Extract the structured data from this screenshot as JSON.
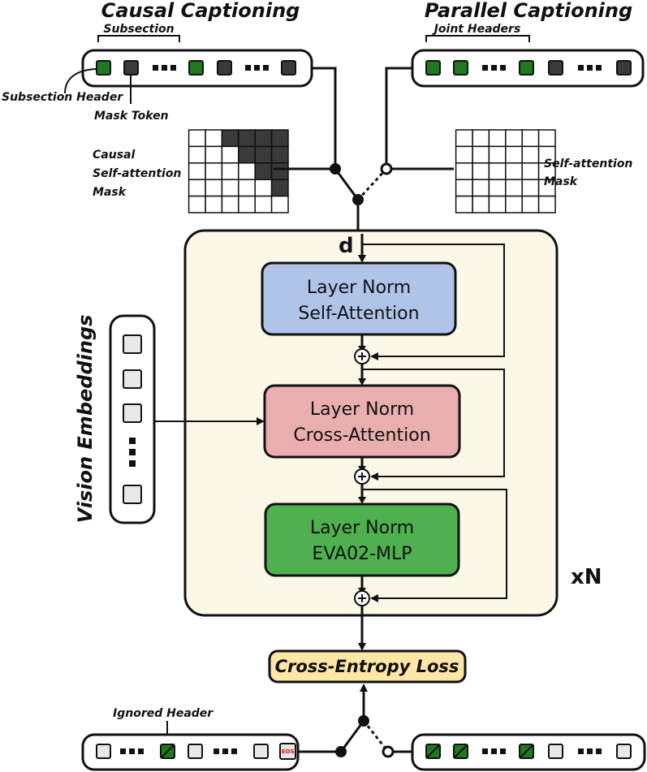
{
  "titles": {
    "causal": "Causal Captioning",
    "parallel": "Parallel Captioning"
  },
  "labels": {
    "subsection": "Subsection",
    "joint_headers": "Joint Headers",
    "subsection_header": "Subsection Header",
    "mask_token": "Mask Token",
    "causal_mask_line1": "Causal",
    "causal_mask_line2": "Self-attention",
    "causal_mask_line3": "Mask",
    "self_mask_line1": "Self-attention",
    "self_mask_line2": "Mask",
    "d": "d",
    "vision_embeddings": "Vision Embeddings",
    "xN": "xN",
    "ignored_header": "Ignored Header",
    "eos": "EOS"
  },
  "blocks": {
    "self_attn": {
      "line1": "Layer Norm",
      "line2": "Self-Attention"
    },
    "cross_attn": {
      "line1": "Layer Norm",
      "line2": "Cross-Attention"
    },
    "mlp": {
      "line1": "Layer Norm",
      "line2": "EVA02-MLP"
    },
    "loss": "Cross-Entropy Loss"
  },
  "colors": {
    "green": "#1f7a1f",
    "dark": "#3a3a3a",
    "light": "#e8e8e8",
    "panel": "#fcf8e8",
    "self_attn": "#b0c4e8",
    "cross_attn": "#e9aeae",
    "mlp": "#4eb04e",
    "loss": "#fde6a6"
  },
  "causal_mask_filled_cells": [
    [
      0,
      1
    ],
    [
      0,
      2
    ],
    [
      0,
      3
    ],
    [
      0,
      4
    ],
    [
      1,
      2
    ],
    [
      1,
      3
    ],
    [
      1,
      4
    ],
    [
      2,
      3
    ],
    [
      2,
      4
    ],
    [
      3,
      4
    ]
  ]
}
